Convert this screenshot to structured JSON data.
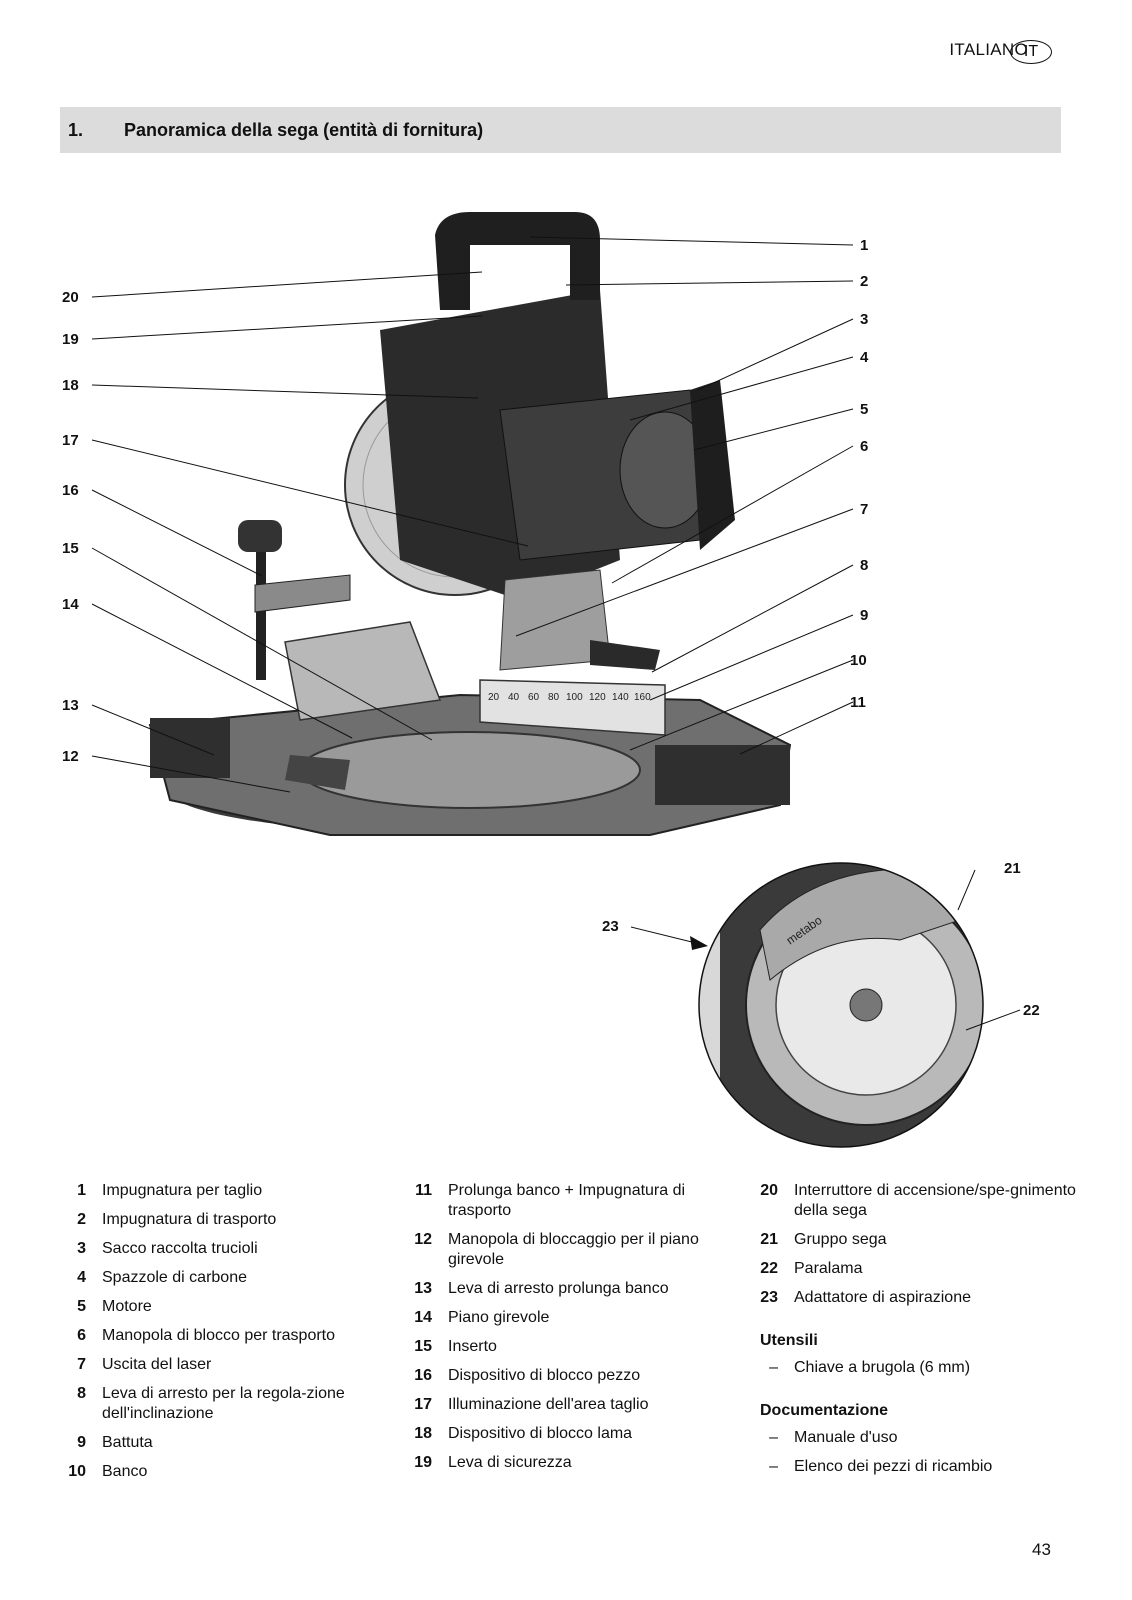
{
  "header": {
    "language": "ITALIANO",
    "language_code": "IT"
  },
  "section": {
    "number": "1.",
    "title": "Panoramica della sega (entità di fornitura)"
  },
  "figure": {
    "scale_labels": [
      "20",
      "40",
      "60",
      "80",
      "100",
      "120",
      "140",
      "160"
    ],
    "brand_text": "metabo",
    "callouts_left": [
      "20",
      "19",
      "18",
      "17",
      "16",
      "15",
      "14",
      "13",
      "12"
    ],
    "callouts_right": [
      "1",
      "2",
      "3",
      "4",
      "5",
      "6",
      "7",
      "8",
      "9",
      "10",
      "11"
    ],
    "callouts_detail": [
      "21",
      "22",
      "23"
    ]
  },
  "parts": [
    {
      "num": "1",
      "text": "Impugnatura per taglio"
    },
    {
      "num": "2",
      "text": "Impugnatura di trasporto"
    },
    {
      "num": "3",
      "text": "Sacco raccolta trucioli"
    },
    {
      "num": "4",
      "text": "Spazzole di carbone"
    },
    {
      "num": "5",
      "text": "Motore"
    },
    {
      "num": "6",
      "text": "Manopola di blocco per trasporto"
    },
    {
      "num": "7",
      "text": "Uscita del laser"
    },
    {
      "num": "8",
      "text": "Leva di arresto per la regola-zione dell'inclinazione"
    },
    {
      "num": "9",
      "text": "Battuta"
    },
    {
      "num": "10",
      "text": "Banco"
    },
    {
      "num": "11",
      "text": "Prolunga banco + Impugnatura di trasporto"
    },
    {
      "num": "12",
      "text": "Manopola di bloccaggio per il piano girevole"
    },
    {
      "num": "13",
      "text": "Leva di arresto prolunga banco"
    },
    {
      "num": "14",
      "text": "Piano girevole"
    },
    {
      "num": "15",
      "text": "Inserto"
    },
    {
      "num": "16",
      "text": "Dispositivo di blocco pezzo"
    },
    {
      "num": "17",
      "text": "Illuminazione dell'area taglio"
    },
    {
      "num": "18",
      "text": "Dispositivo di blocco lama"
    },
    {
      "num": "19",
      "text": "Leva di sicurezza"
    },
    {
      "num": "20",
      "text": "Interruttore di accensione/spe-gnimento della sega"
    },
    {
      "num": "21",
      "text": "Gruppo sega"
    },
    {
      "num": "22",
      "text": "Paralama"
    },
    {
      "num": "23",
      "text": "Adattatore di aspirazione"
    }
  ],
  "tools": {
    "heading": "Utensili",
    "items": [
      "Chiave a brugola (6 mm)"
    ]
  },
  "documentation": {
    "heading": "Documentazione",
    "items": [
      "Manuale d'uso",
      "Elenco dei pezzi di ricambio"
    ]
  },
  "dash": "–",
  "page_number": "43"
}
